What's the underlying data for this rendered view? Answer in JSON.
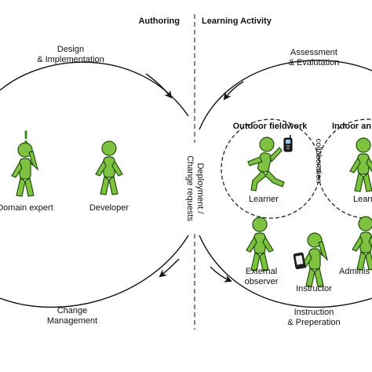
{
  "header": {
    "left": "Authoring",
    "right": "Learning Activity"
  },
  "cycle": {
    "design": [
      "Design",
      "& Implementation"
    ],
    "change": [
      "Change",
      "Management"
    ],
    "assessment": [
      "Assessment",
      "& Evalutation"
    ],
    "instruction": [
      "Instruction",
      "& Preperation"
    ],
    "deployment": [
      "Deployment /",
      "Change requests"
    ]
  },
  "actors": {
    "domain_expert": "Domain expert",
    "developer": "Developer",
    "learner_outdoor": "Learner",
    "learner_indoor": "Learn",
    "external_observer": [
      "External",
      "observer"
    ],
    "instructor": "Instructor",
    "administrator": "Adminis",
    "exclamation": "!"
  },
  "settings": {
    "outdoor": "Outdoor fieldwork",
    "indoor": "Indoor an",
    "collaboration": "collaboration"
  },
  "colors": {
    "figure_fill": "#7fc241",
    "figure_stroke": "#1f4f0a",
    "exclamation": "#2e8b10"
  }
}
